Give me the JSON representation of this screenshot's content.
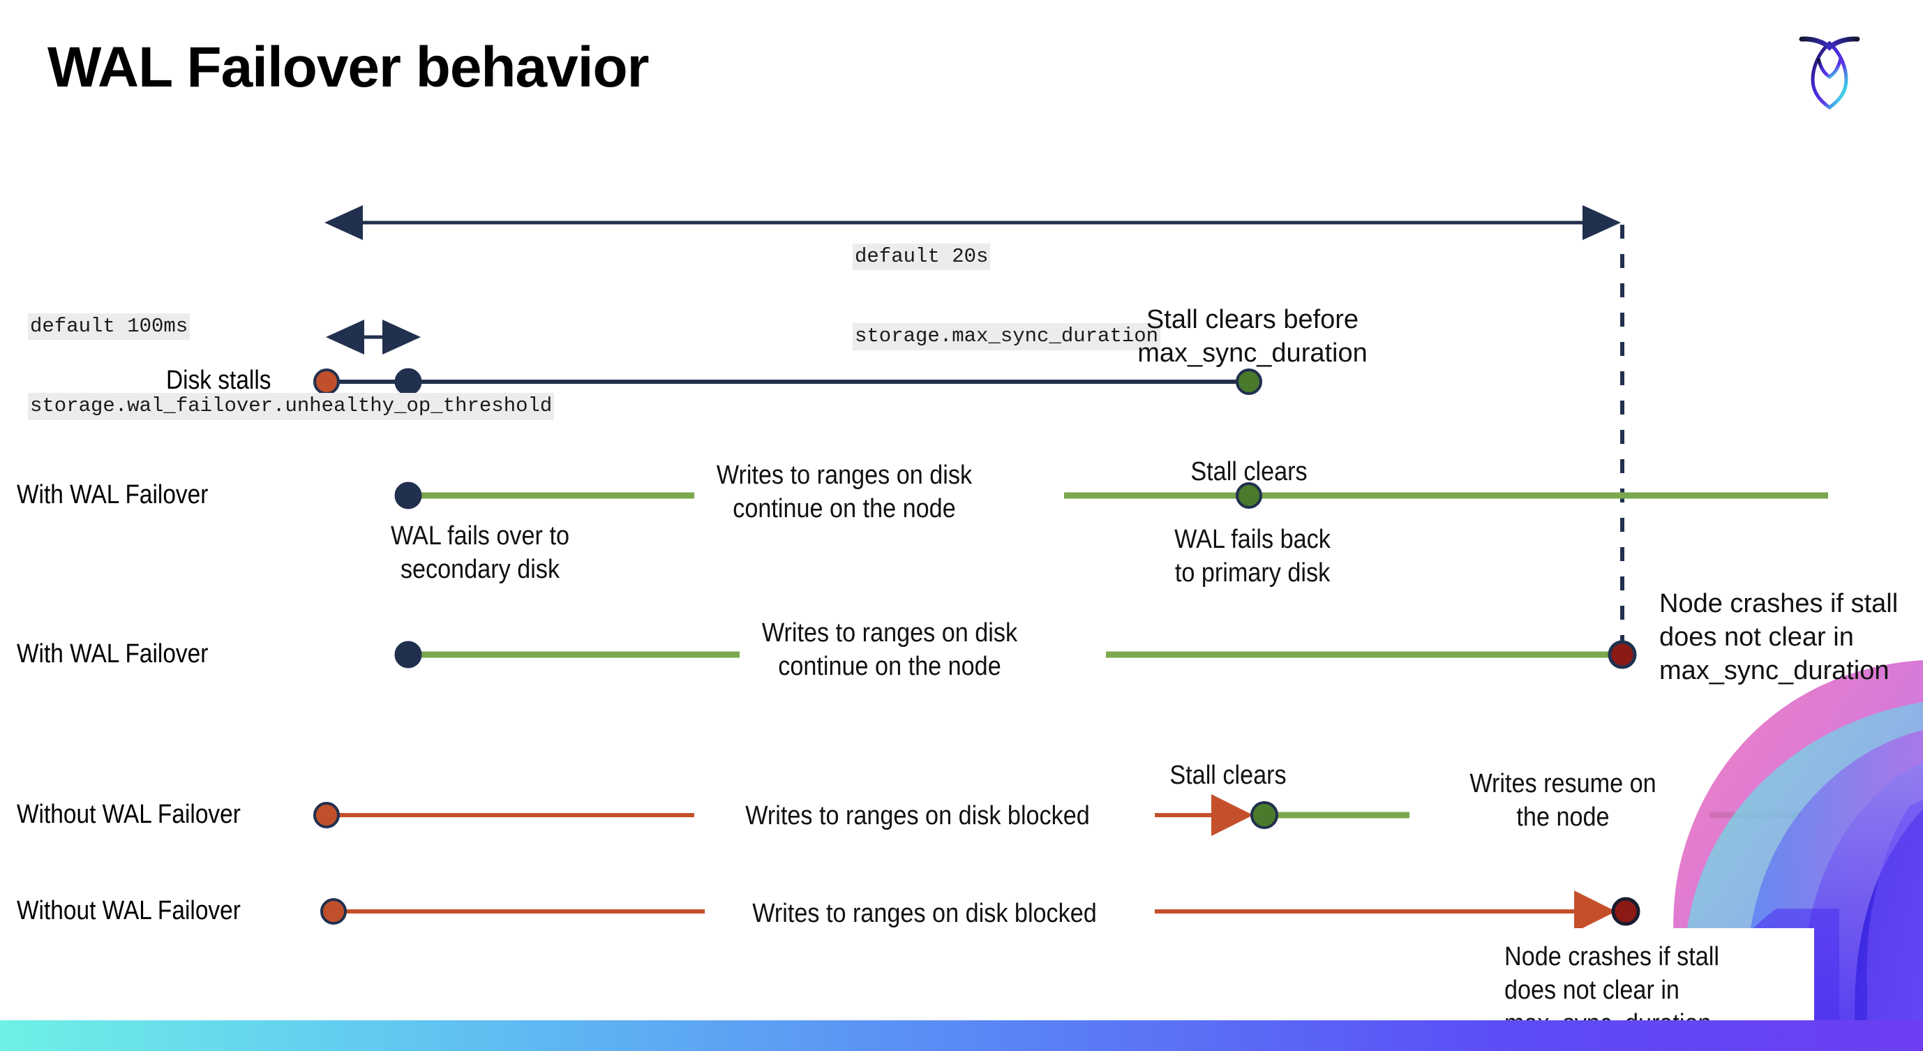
{
  "slide": {
    "title": "WAL Failover behavior",
    "logo_name": "cockroachdb-logo"
  },
  "colors": {
    "navy": "#22304f",
    "green_line": "#7aa84f",
    "green_dot": "#4a7a2b",
    "red_line": "#c4502b",
    "red_dot": "#c0502c",
    "dark_red_dot": "#8c1a14",
    "code_bg": "#ececec",
    "bar_gradient_start": "#6ff0e6",
    "bar_gradient_end": "#6d3df2"
  },
  "timeline": {
    "top_span": {
      "default_label": "default 20s",
      "setting_label": "storage.max_sync_duration"
    },
    "threshold_span": {
      "default_label": "default 100ms",
      "setting_label": "storage.wal_failover.unhealthy_op_threshold"
    }
  },
  "rows": [
    {
      "id": "disk-stalls",
      "label": "Disk stalls",
      "annotations": [
        {
          "id": "stall-clears-before",
          "text": "Stall clears before\nmax_sync_duration"
        }
      ]
    },
    {
      "id": "with-wal-failover-1",
      "label": "With WAL Failover",
      "annotations": [
        {
          "id": "wal-fails-over",
          "text": "WAL fails over to\nsecondary disk"
        },
        {
          "id": "writes-continue-1",
          "text": "Writes to ranges on disk\ncontinue on the node"
        },
        {
          "id": "stall-clears-1",
          "text": "Stall clears"
        },
        {
          "id": "wal-fails-back",
          "text": "WAL fails  back\nto primary disk"
        }
      ]
    },
    {
      "id": "with-wal-failover-2",
      "label": "With WAL Failover",
      "annotations": [
        {
          "id": "writes-continue-2",
          "text": "Writes to ranges on disk\ncontinue on the node"
        },
        {
          "id": "node-crashes-1",
          "text": "Node crashes if stall\ndoes not clear in\nmax_sync_duration"
        }
      ]
    },
    {
      "id": "without-wal-failover-1",
      "label": "Without WAL Failover",
      "annotations": [
        {
          "id": "writes-blocked-1",
          "text": "Writes to ranges on disk  blocked"
        },
        {
          "id": "stall-clears-2",
          "text": "Stall clears"
        },
        {
          "id": "writes-resume",
          "text": "Writes resume on\nthe node"
        }
      ]
    },
    {
      "id": "without-wal-failover-2",
      "label": "Without WAL Failover",
      "annotations": [
        {
          "id": "writes-blocked-2",
          "text": "Writes to ranges on disk  blocked"
        },
        {
          "id": "node-crashes-2",
          "text": "Node crashes if stall\ndoes not clear in\nmax_sync_duration"
        }
      ]
    }
  ]
}
